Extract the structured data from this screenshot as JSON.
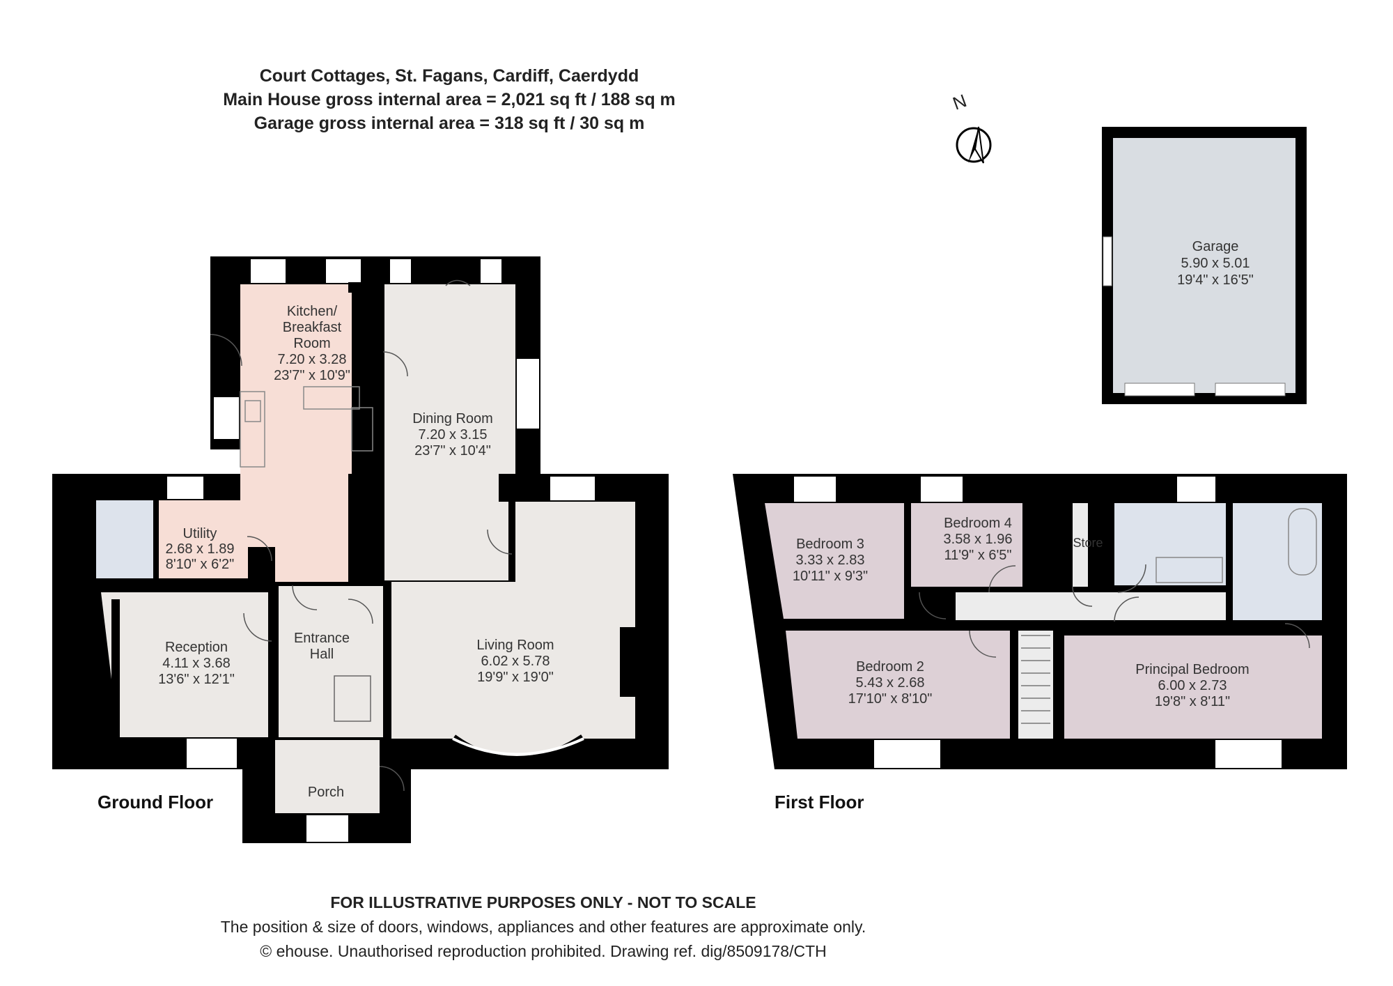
{
  "header": {
    "title": "Court Cottages, St. Fagans, Cardiff, Caerdydd",
    "main_area": "Main House gross internal area = 2,021 sq ft / 188 sq m",
    "garage_area": "Garage gross internal area = 318 sq ft / 30 sq m"
  },
  "compass": {
    "label": "N"
  },
  "floors": {
    "ground": "Ground Floor",
    "first": "First Floor"
  },
  "rooms": {
    "kitchen": {
      "name_1": "Kitchen/",
      "name_2": "Breakfast",
      "name_3": "Room",
      "metric": "7.20 x 3.28",
      "imperial": "23'7\" x 10'9\""
    },
    "dining": {
      "name": "Dining Room",
      "metric": "7.20 x 3.15",
      "imperial": "23'7\" x 10'4\""
    },
    "utility": {
      "name": "Utility",
      "metric": "2.68 x 1.89",
      "imperial": "8'10\" x 6'2\""
    },
    "reception": {
      "name": "Reception",
      "metric": "4.11 x 3.68",
      "imperial": "13'6\" x 12'1\""
    },
    "entrance": {
      "name_1": "Entrance",
      "name_2": "Hall"
    },
    "living": {
      "name": "Living Room",
      "metric": "6.02 x 5.78",
      "imperial": "19'9\" x 19'0\""
    },
    "porch": {
      "name": "Porch"
    },
    "garage": {
      "name": "Garage",
      "metric": "5.90 x 5.01",
      "imperial": "19'4\" x 16'5\""
    },
    "bedroom3": {
      "name": "Bedroom 3",
      "metric": "3.33 x 2.83",
      "imperial": "10'11\" x 9'3\""
    },
    "bedroom4": {
      "name": "Bedroom 4",
      "metric": "3.58 x 1.96",
      "imperial": "11'9\" x 6'5\""
    },
    "store": {
      "name": "Store"
    },
    "bedroom2": {
      "name": "Bedroom 2",
      "metric": "5.43 x 2.68",
      "imperial": "17'10\" x 8'10\""
    },
    "principal": {
      "name": "Principal Bedroom",
      "metric": "6.00 x 2.73",
      "imperial": "19'8\" x 8'11\""
    }
  },
  "footer": {
    "line1": "FOR ILLUSTRATIVE PURPOSES ONLY - NOT TO SCALE",
    "line2": "The position & size of doors, windows, appliances and other features are approximate only.",
    "line3": "© ehouse. Unauthorised reproduction prohibited. Drawing ref. dig/8509178/CTH"
  },
  "colors": {
    "wall": "#000000",
    "kitchen": "#f7ded6",
    "grey_room": "#ece9e6",
    "bathroom": "#dde3ec",
    "bedroom": "#ddd0d6",
    "landing": "#ececec",
    "garage": "#d9dde2"
  }
}
